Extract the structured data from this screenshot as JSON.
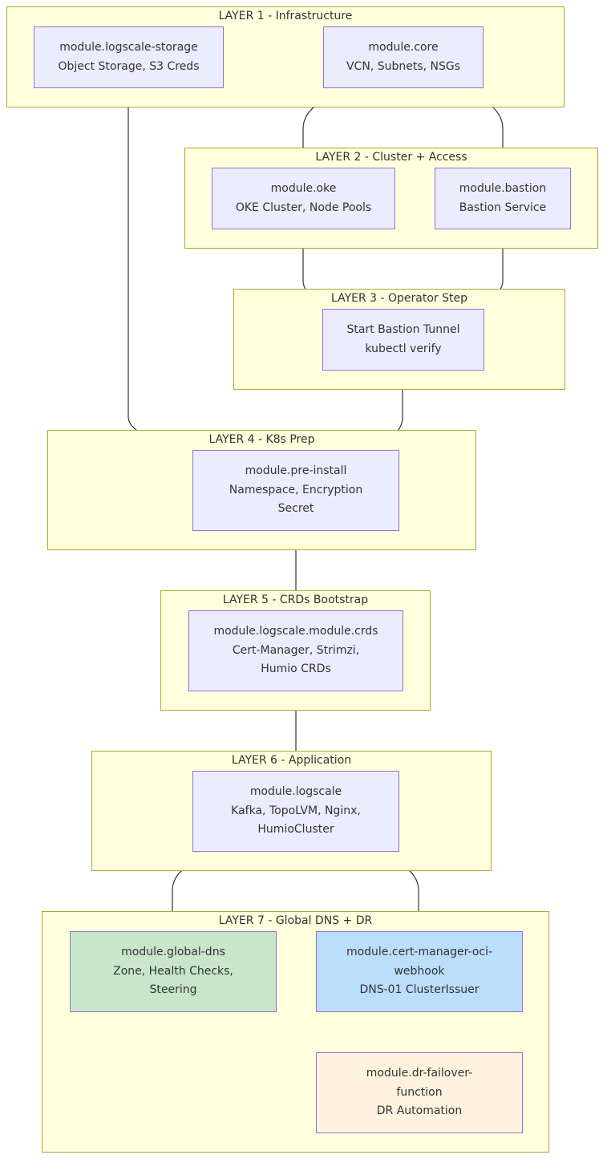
{
  "layers": [
    {
      "title": "LAYER 1 - Infrastructure"
    },
    {
      "title": "LAYER 2 - Cluster + Access"
    },
    {
      "title": "LAYER 3 - Operator Step"
    },
    {
      "title": "LAYER 4 - K8s Prep"
    },
    {
      "title": "LAYER 5 - CRDs Bootstrap"
    },
    {
      "title": "LAYER 6 - Application"
    },
    {
      "title": "LAYER 7 - Global DNS + DR"
    }
  ],
  "nodes": {
    "logscale_storage": {
      "lines": [
        "module.logscale-storage",
        "Object Storage, S3 Creds"
      ]
    },
    "core": {
      "lines": [
        "module.core",
        "VCN, Subnets, NSGs"
      ]
    },
    "oke": {
      "lines": [
        "module.oke",
        "OKE Cluster, Node Pools"
      ]
    },
    "bastion": {
      "lines": [
        "module.bastion",
        "Bastion Service"
      ]
    },
    "tunnel": {
      "lines": [
        "Start Bastion Tunnel",
        "kubectl verify"
      ]
    },
    "pre_install": {
      "lines": [
        "module.pre-install",
        "Namespace, Encryption",
        "Secret"
      ]
    },
    "crds": {
      "lines": [
        "module.logscale.module.crds",
        "Cert-Manager, Strimzi,",
        "Humio CRDs"
      ]
    },
    "logscale": {
      "lines": [
        "module.logscale",
        "Kafka, TopoLVM, Nginx,",
        "HumioCluster"
      ]
    },
    "global_dns": {
      "lines": [
        "module.global-dns",
        "Zone, Health Checks,",
        "Steering"
      ]
    },
    "cert_webhook": {
      "lines": [
        "module.cert-manager-oci-",
        "webhook",
        "DNS-01 ClusterIssuer"
      ]
    },
    "dr_failover": {
      "lines": [
        "module.dr-failover-",
        "function",
        "DR Automation"
      ]
    }
  },
  "colors": {
    "layer_fill": "#ffffde",
    "layer_border": "#aaaa33",
    "node_fill": "#ececff",
    "node_border": "#9370db",
    "global_dns_fill": "#c8e6c9",
    "global_dns_border": "#9370db",
    "cert_webhook_fill": "#bbdefb",
    "dr_failover_fill": "#fff3e0",
    "edge": "#333333"
  },
  "edges": [
    {
      "from": "core",
      "to": "oke"
    },
    {
      "from": "core",
      "to": "bastion"
    },
    {
      "from": "oke",
      "to": "tunnel"
    },
    {
      "from": "bastion",
      "to": "tunnel"
    },
    {
      "from": "logscale_storage",
      "to": "pre_install"
    },
    {
      "from": "tunnel",
      "to": "pre_install"
    },
    {
      "from": "pre_install",
      "to": "crds"
    },
    {
      "from": "crds",
      "to": "logscale"
    },
    {
      "from": "logscale",
      "to": "global_dns"
    },
    {
      "from": "logscale",
      "to": "cert_webhook"
    },
    {
      "from": "cert_webhook",
      "to": "dr_failover"
    }
  ]
}
